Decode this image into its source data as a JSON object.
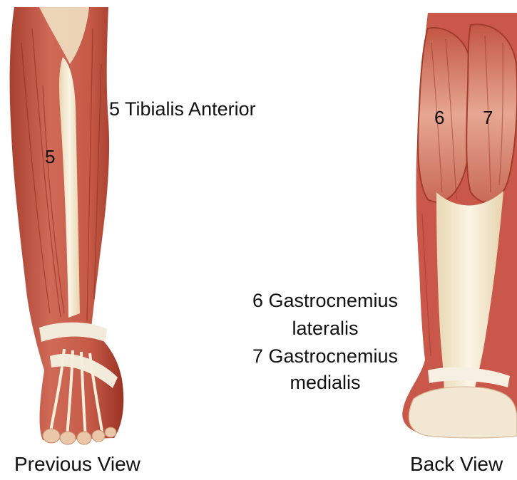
{
  "front_leg": {
    "marker": "5",
    "caption": "Previous View"
  },
  "back_leg": {
    "marker_lateral": "6",
    "marker_medial": "7",
    "caption": "Back View"
  },
  "legend": {
    "tibialis": "5 Tibialis Anterior",
    "gastro_lat_line1": "6 Gastrocnemius",
    "gastro_lat_line2": "lateralis",
    "gastro_med_line1": "7 Gastrocnemius",
    "gastro_med_line2": "medialis"
  },
  "colors": {
    "muscle": "#c9584a",
    "muscle_dark": "#9e3526",
    "muscle_light": "#e9a38f",
    "tendon": "#f1e6c9",
    "bone": "#f5ecd6",
    "skin_edge": "#b24533"
  }
}
